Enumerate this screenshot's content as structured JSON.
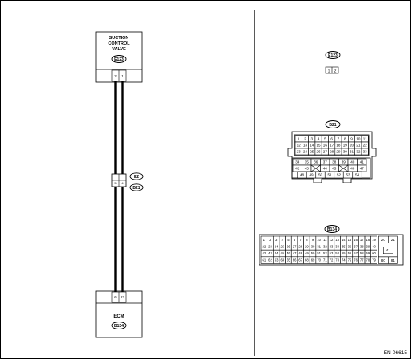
{
  "suction_valve": {
    "name_lines": [
      "SUCTION",
      "CONTROL",
      "VALVE"
    ],
    "connector": "E123",
    "pins": [
      "2",
      "1"
    ]
  },
  "joint": {
    "upper": "E2",
    "lower": "B21",
    "pins": [
      "5",
      "4"
    ]
  },
  "ecm": {
    "name": "ECM",
    "connector": "B134",
    "pins": [
      "6",
      "22"
    ]
  },
  "e123_face": {
    "label": "E123",
    "pins": [
      "1",
      "2"
    ]
  },
  "b21_face": {
    "label": "B21",
    "top_rows": [
      [
        "1",
        "2",
        "3",
        "4",
        "5",
        "6",
        "7",
        "8",
        "9",
        "10",
        "11"
      ],
      [
        "12",
        "13",
        "14",
        "15",
        "16",
        "17",
        "18",
        "19",
        "20",
        "21",
        "22"
      ],
      [
        "23",
        "24",
        "25",
        "26",
        "27",
        "28",
        "29",
        "30",
        "31",
        "32",
        "33"
      ]
    ],
    "bottom_rows": [
      [
        "34",
        "35",
        "36",
        "37",
        "38",
        "39",
        "40",
        "41"
      ],
      [
        "42",
        "43",
        "",
        "44",
        "45",
        "",
        "46",
        "47"
      ],
      [
        "48",
        "49",
        "50",
        "51",
        "52",
        "53",
        "54"
      ]
    ]
  },
  "b134_face": {
    "label": "B134",
    "rows": [
      [
        "1",
        "2",
        "3",
        "4",
        "5",
        "6",
        "7",
        "8",
        "9",
        "10",
        "11",
        "12",
        "13",
        "14",
        "15",
        "16",
        "17",
        "18",
        "19"
      ],
      [
        "22",
        "23",
        "24",
        "25",
        "26",
        "27",
        "28",
        "29",
        "30",
        "31",
        "32",
        "33",
        "34",
        "35",
        "36",
        "37",
        "38",
        "39",
        "40"
      ],
      [
        "42",
        "43",
        "44",
        "45",
        "46",
        "47",
        "48",
        "49",
        "50",
        "51",
        "52",
        "53",
        "54",
        "55",
        "56",
        "57",
        "58",
        "59",
        "60"
      ],
      [
        "61",
        "62",
        "63",
        "64",
        "65",
        "66",
        "67",
        "68",
        "69",
        "70",
        "71",
        "72",
        "73",
        "74",
        "75",
        "76",
        "77",
        "78",
        "79"
      ]
    ],
    "side_top": [
      "20",
      "21"
    ],
    "side_mid": "41",
    "side_bottom": [
      "80",
      "81"
    ]
  },
  "figure_id": "EN-06615"
}
